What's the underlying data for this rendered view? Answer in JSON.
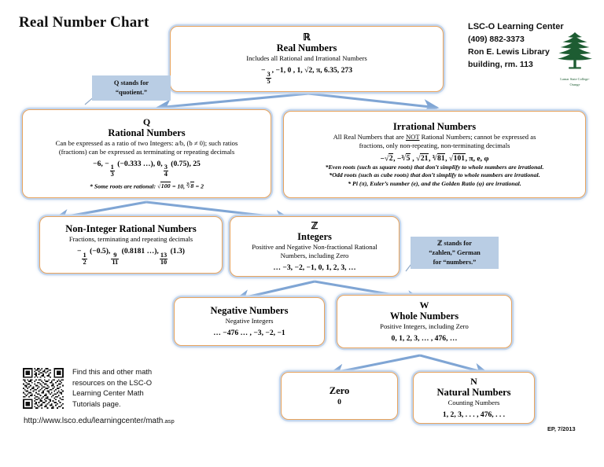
{
  "title": "Real Number Chart",
  "header": {
    "org": "LSC-O Learning Center",
    "phone": "(409) 882-3373",
    "addr1": "Ron E. Lewis Library",
    "addr2": "building, rm. 113",
    "logo_caption_1": "Lamar State College-",
    "logo_caption_2": "Orange"
  },
  "colors": {
    "box_border": "#e8a35c",
    "box_glow": "#c3d6ee",
    "arrow": "#7fa5d4",
    "callout_bg": "#b9cde4",
    "logo_green": "#1d5c32"
  },
  "boxes": {
    "real": {
      "symbol": "ℝ",
      "name": "Real Numbers",
      "desc": "Includes all Rational and Irrational Numbers",
      "examples_pre": "−",
      "examples_post": ", −1, 0 , 1, √2, π, 6.35, 273",
      "frac_n": "3",
      "frac_d": "5"
    },
    "rational": {
      "symbol": "Q",
      "name": "Rational Numbers",
      "desc1": "Can be expressed as a ratio of two Integers: a/b, (b ≠ 0); such ratios",
      "desc2": "(fractions) can be expressed as terminating or repeating decimals",
      "ex_a": "−6, −",
      "ex_f1n": "1",
      "ex_f1d": "3",
      "ex_b": " (−0.333 …), 0,",
      "ex_f2n": "3",
      "ex_f2d": "4",
      "ex_c": " (0.75), 25",
      "note_pre": "* Some roots are rational: ",
      "note_r1": "100",
      "note_mid": " = 10, ",
      "note_r2": "8",
      "note_idx": "3",
      "note_end": " = 2"
    },
    "irrational": {
      "name": "Irrational Numbers",
      "desc1a": "All Real Numbers that are ",
      "desc1b": "NOT",
      "desc1c": " Rational Numbers; cannot be expressed as",
      "desc2": "fractions, only non-repeating, non-terminating decimals",
      "ex_1": "2",
      "ex_2": "5",
      "ex_3": "21",
      "ex_4": "81",
      "ex_5": "101",
      "ex_idx_2": "3",
      "ex_idx_4": "3",
      "ex_tail": ", π, e,  φ",
      "note1": "*Even roots (such as square roots) that don’t simplify to whole numbers are irrational.",
      "note2": "*Odd roots (such as cube roots) that don’t simplify to whole numbers are irrational.",
      "note3": "* Pi (π),  Euler’s number (e), and the Golden Ratio (φ) are irrational."
    },
    "noninteger": {
      "name": "Non-Integer Rational Numbers",
      "desc": "Fractions, terminating and repeating decimals",
      "ex_a": "−",
      "f1n": "1",
      "f1d": "2",
      "ex_b": " (−0.5),",
      "f2n": "9",
      "f2d": "11",
      "ex_c": " (0.8181 …),",
      "f3n": "13",
      "f3d": "10",
      "ex_d": " (1.3)"
    },
    "integers": {
      "symbol": "ℤ",
      "name": "Integers",
      "desc1": "Positive and Negative Non-fractional Rational",
      "desc2": "Numbers, including Zero",
      "examples": "… −3, −2, −1, 0, 1, 2, 3, …"
    },
    "negative": {
      "name": "Negative Numbers",
      "desc": "Negative Integers",
      "examples": "… −476 … , −3, −2, −1"
    },
    "whole": {
      "symbol": "W",
      "name": "Whole Numbers",
      "desc": "Positive Integers, including Zero",
      "examples": "0, 1, 2, 3, … , 476, …"
    },
    "zero": {
      "name": "Zero",
      "examples": "0"
    },
    "natural": {
      "symbol": "N",
      "name": "Natural Numbers",
      "desc": "Counting Numbers",
      "examples": "1, 2, 3, . . . , 476, . . ."
    }
  },
  "callouts": {
    "q": {
      "line1_bold": "Q",
      "line1": " stands for",
      "line2": "“quotient.”"
    },
    "z": {
      "line1_bold": "ℤ",
      "line1": " stands for",
      "line2": "“zahlen,” German",
      "line3": "for “numbers.”"
    }
  },
  "footer": {
    "qr_line1": "Find this and other math",
    "qr_line2": "resources on the LSC-O",
    "qr_line3": "Learning Center Math",
    "qr_line4": "Tutorials page.",
    "url_main": "http://www.lsco.edu/learningcenter/math",
    "url_ext": ".asp",
    "credit": "EP, 7/2013"
  }
}
